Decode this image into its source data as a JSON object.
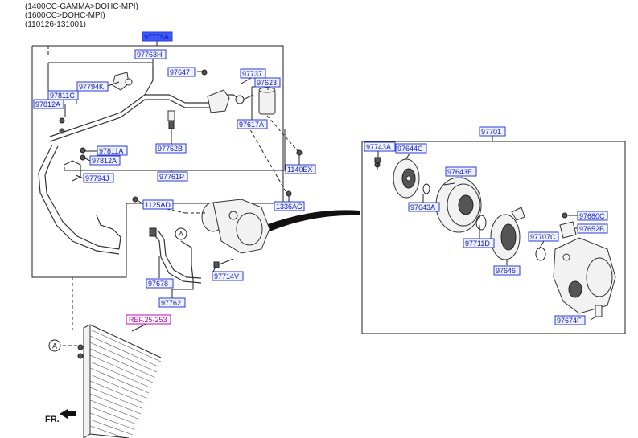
{
  "header": {
    "line1": "(1400CC-GAMMA>DOHC-MPI)",
    "line2": "(1600CC>DOHC-MPI)",
    "line3": "(110126-131001)"
  },
  "labels": {
    "l97775A": "97775A",
    "l97763H": "97763H",
    "l97794K": "97794K",
    "l97811C": "97811C",
    "l97812A_top": "97812A",
    "l97647": "97647",
    "l97737": "97737",
    "l97623": "97623",
    "l97617A": "97617A",
    "l97752B": "97752B",
    "l97811A": "97811A",
    "l97812A_mid": "97812A",
    "l97794J": "97794J",
    "l97761P": "97761P",
    "l1140EX": "1140EX",
    "l1125AD": "1125AD",
    "l1336AC": "1336AC",
    "l97678": "97678",
    "l97714V": "97714V",
    "l97762": "97762",
    "l97701": "97701",
    "l97743A": "97743A",
    "l97644C": "97644C",
    "l97643E": "97643E",
    "l97643A": "97643A",
    "l97711D": "97711D",
    "l97646": "97646",
    "l97707C": "97707C",
    "l97680C": "97680C",
    "l97652B": "97652B",
    "l97674F": "97674F"
  },
  "ref_label": "REF.25-253",
  "circle_marker": "A",
  "front_marker": "FR.",
  "colors": {
    "label_border": "#2b3bd6",
    "label_text": "#1820b8",
    "selected_fill": "#3b5bff",
    "ref_color": "#c000c0"
  }
}
